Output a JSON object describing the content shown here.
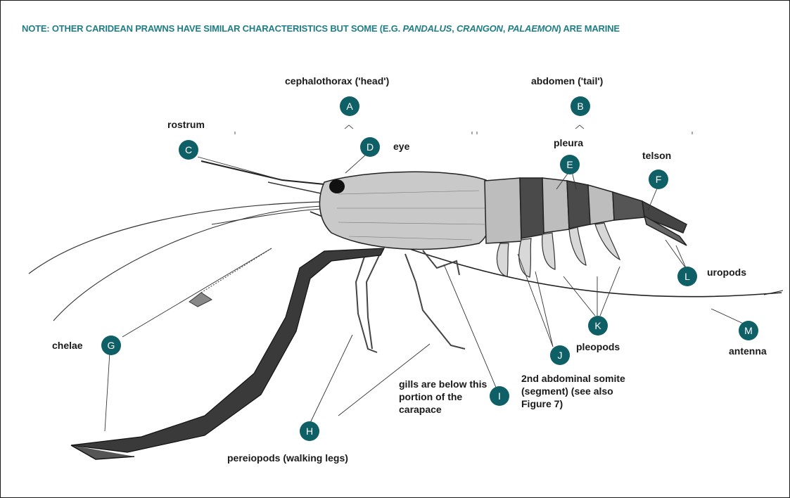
{
  "note": {
    "prefix": "NOTE: OTHER CARIDEAN PRAWNS HAVE SIMILAR CHARACTERISTICS BUT SOME (E.G. ",
    "genus_1": "PANDALUS",
    "sep_1": ", ",
    "genus_2": "CRANGON",
    "sep_2": ", ",
    "genus_3": "PALAEMON",
    "suffix": ") ARE MARINE"
  },
  "labels": {
    "cephalothorax": "cephalothorax ('head')",
    "abdomen": "abdomen ('tail')",
    "rostrum": "rostrum",
    "eye": "eye",
    "pleura": "pleura",
    "telson": "telson",
    "uropods": "uropods",
    "chelae": "chelae",
    "pleopods": "pleopods",
    "antenna": "antenna",
    "gills": "gills are below this portion of the carapace",
    "somite": "2nd abdominal somite (segment) (see also Figure 7)",
    "pereiopods": "pereiopods (walking legs)"
  },
  "badges": {
    "A": "A",
    "B": "B",
    "C": "C",
    "D": "D",
    "E": "E",
    "F": "F",
    "G": "G",
    "H": "H",
    "I": "I",
    "J": "J",
    "K": "K",
    "L": "L",
    "M": "M"
  },
  "colors": {
    "note_text": "#1f7e86",
    "badge_fill": "#0f5f66",
    "ink": "#1a1a1a"
  }
}
